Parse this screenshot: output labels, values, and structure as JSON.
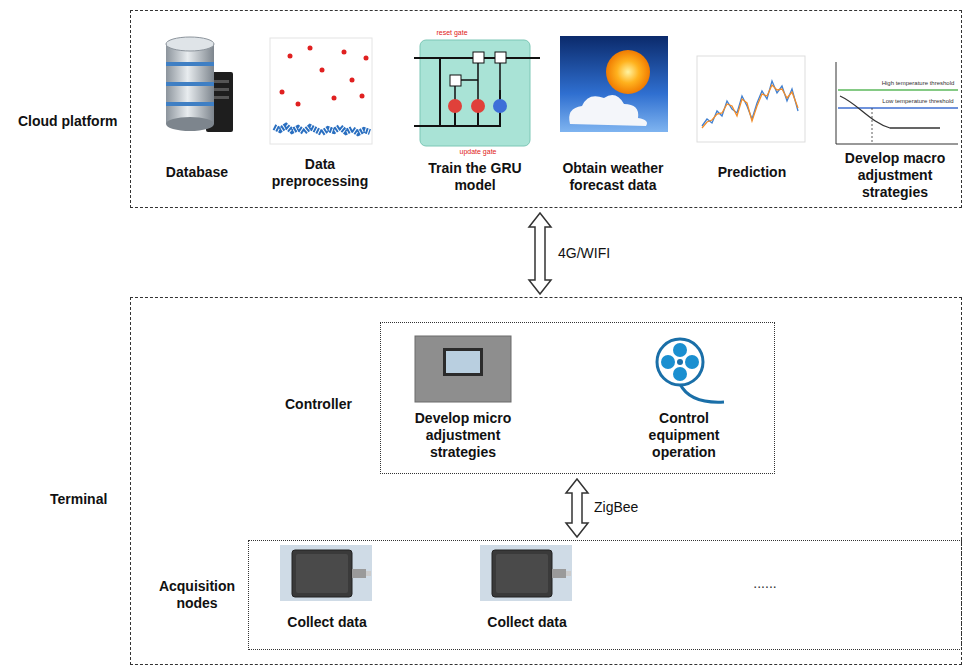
{
  "diagram": {
    "nodes": [
      {
        "text": [
          "Cloud platform"
        ]
      },
      {
        "text": [
          "Terminal"
        ]
      },
      {
        "text": [
          "Controller"
        ],
        "in": 1
      },
      {
        "text": [
          "Acquisition nodes"
        ],
        "in": 1
      }
    ],
    "edges": [
      {
        "from": 0,
        "to": 1,
        "label": "4G/WIFI",
        "arrow": "both"
      },
      {
        "from": 2,
        "to": 3,
        "label": "ZigBee",
        "arrow": "both"
      }
    ],
    "labels": [
      "Database",
      "Data preprocessing",
      "reset gate",
      "update gate",
      "Train the GRU model",
      "Obtain weather forecast data",
      "Prediction",
      "High temperature threshold",
      "Low temperature threshold",
      "Develop macro adjustment strategies",
      "Develop micro adjustment strategies",
      "Control equipment operation",
      "Collect data",
      "Collect data",
      "......"
    ]
  }
}
